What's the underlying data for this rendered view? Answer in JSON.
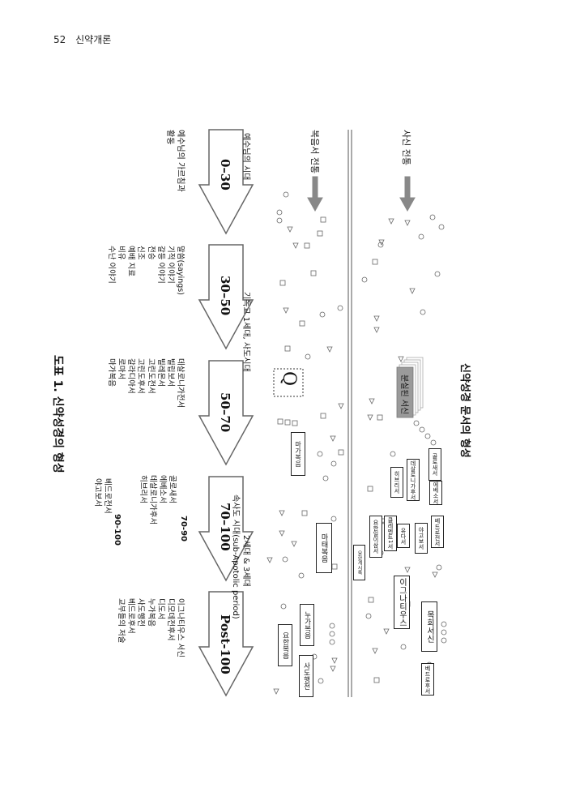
{
  "header": {
    "page_number": "52",
    "book_title": "신약개론"
  },
  "figure": {
    "title": "신약성경 문서의 형성",
    "caption": "도표 1. 신약성경의 형성",
    "traditions": {
      "apostolic": "사신 전통",
      "gospel": "복음서 전통"
    },
    "lost_letters_label": "분실된 서신",
    "q_label": "Q",
    "periods": [
      {
        "range": "0–30",
        "note": "예수님의 시대",
        "items": [
          "예수님의 가르침과",
          "활동"
        ]
      },
      {
        "range": "30–50",
        "note": "",
        "items": [
          "말씀(sayings)",
          "기적 이야기",
          "갈등 이야기",
          "전승",
          "신조",
          "예배 지료",
          "비유",
          "수난 이야기"
        ]
      },
      {
        "range": "50–70",
        "note": "기독교 1세대, 사도시대",
        "items": [
          "데살로니가전서",
          "빌립보서",
          "빌레몬서",
          "고린도전서",
          "고린도후서",
          "갈라디아서",
          "로마서",
          "마가복음"
        ]
      },
      {
        "range": "70–100",
        "note": "속사도 시대(sub-Apotolic period)",
        "note2": "2세대 & 3세대",
        "subranges": [
          {
            "range": "70-90",
            "items": [
              "골로새서",
              "에베소서",
              "데살로니가후서",
              "히브리서"
            ]
          },
          {
            "range": "90-100",
            "items": [
              "베드로전서",
              "야고보서"
            ]
          }
        ]
      },
      {
        "range": "Post-100",
        "note": "",
        "items": [
          "이그나티우스 서신",
          "디모데전후서",
          "디도서",
          "누가복음",
          "사도행전",
          "베드로후서",
          "교부들의 저술"
        ]
      }
    ],
    "boxes": {
      "mark": "마가복음",
      "matthew": "마태복음",
      "luke": "누가복음",
      "john": "요한복음",
      "acts": "사도행전",
      "colossians": "골로새서",
      "ephesians": "에베소서",
      "thess2": "데살로니가후서",
      "hebrews": "히브리서",
      "james": "야고보서",
      "jude": "유다서",
      "peter1": "베드로전서",
      "john_letters": "요한일이삼서",
      "pastorals": "클레멘트1서",
      "revelation": "요한계시록",
      "ignatius": "이그나티우스",
      "pastoral_letters": "목회서신",
      "peter2": "베드로후서"
    }
  }
}
